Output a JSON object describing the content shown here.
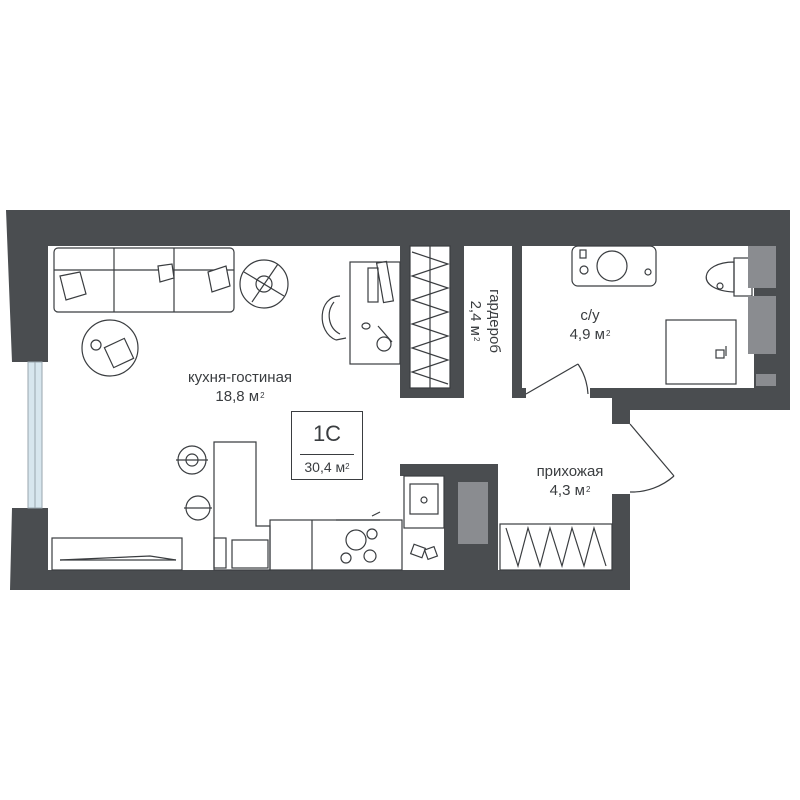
{
  "apartment": {
    "code": "1С",
    "total_area": "30,4 м",
    "area_unit_power": "2"
  },
  "rooms": [
    {
      "name": "кухня-гостиная",
      "area": "18,8 м",
      "power": "2"
    },
    {
      "name": "гардероб",
      "area": "2,4 м",
      "power": "2"
    },
    {
      "name": "с/у",
      "area": "4,9 м",
      "power": "2"
    },
    {
      "name": "прихожая",
      "area": "4,3 м",
      "power": "2"
    }
  ],
  "colors": {
    "wall": "#4a4d50",
    "furniture_line": "#3a3d40",
    "fixture_fill": "#8a8c90",
    "window": "#d7e6ee"
  }
}
